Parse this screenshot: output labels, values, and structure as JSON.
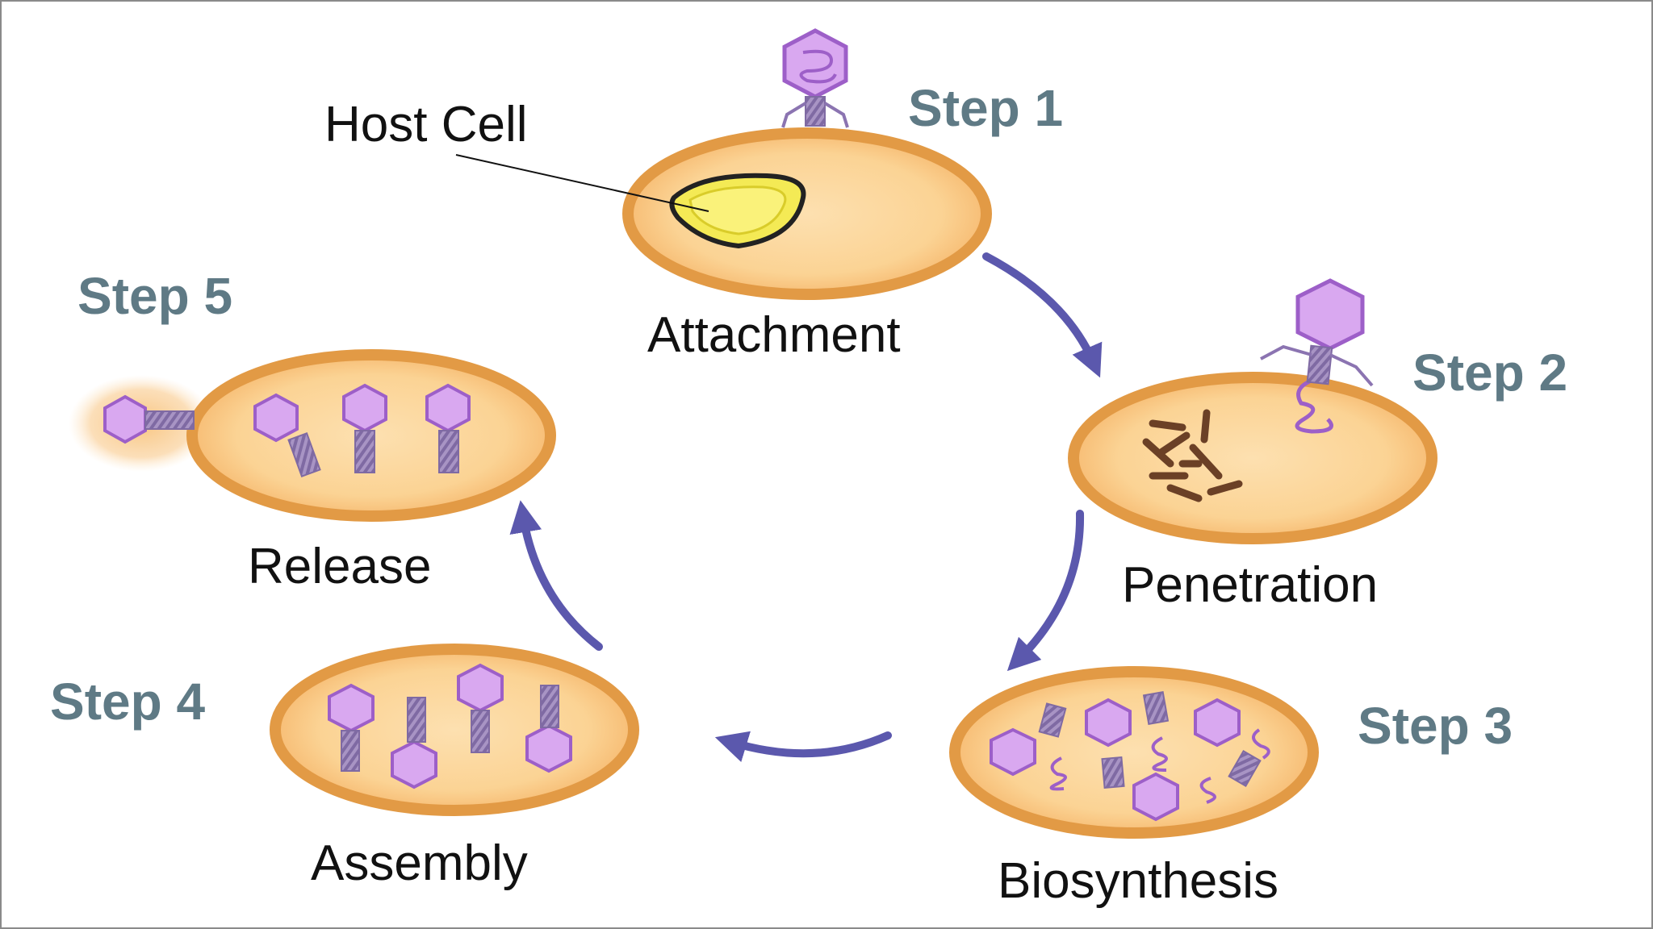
{
  "host_cell_label": "Host Cell",
  "stages": [
    {
      "step": "Step 1",
      "name": "Attachment"
    },
    {
      "step": "Step 2",
      "name": "Penetration"
    },
    {
      "step": "Step 3",
      "name": "Biosynthesis"
    },
    {
      "step": "Step 4",
      "name": "Assembly"
    },
    {
      "step": "Step 5",
      "name": "Release"
    }
  ],
  "colors": {
    "cell_fill": "#f9c37f",
    "cell_inner": "#fde0b0",
    "cell_outline": "#e29a45",
    "nucleus_fill": "#f4ea55",
    "virus_head": "#d9a8f0",
    "virus_outline": "#9d5fc8",
    "virus_tail": "#9a85b8",
    "dna_fragment": "#6b4026",
    "arrow": "#5b58ad",
    "step_text": "#5f7a85",
    "frame": "#8a8a8a"
  }
}
